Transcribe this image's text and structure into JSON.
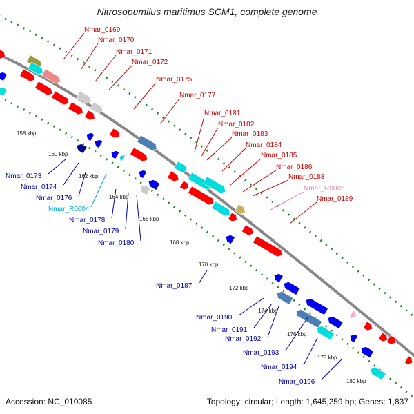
{
  "title": "Nitrosopumilus maritimus SCM1, complete genome",
  "footer": {
    "accession": "Accession: NC_010085",
    "summary": "Topology: circular; Length: 1,645,259 bp; Genes: 1,837"
  },
  "colors": {
    "forward_label": "#cc0000",
    "reverse_label": "#0000aa",
    "rna_label": "#00aacc",
    "pseudo_label": "#ee88bb",
    "backbone": "#888888",
    "guide_dots": "#228822",
    "gene_red": "#ff0000",
    "gene_blue": "#0000ee",
    "gene_cyan": "#00dddd",
    "gene_steel": "#4a7fb5",
    "gene_grey": "#cccccc",
    "gene_olive": "#9a9a3a",
    "gene_pink": "#ee8888",
    "gene_khaki": "#c8b060",
    "gene_lightpink": "#ffaacc",
    "gene_navy": "#000088"
  },
  "ticks": [
    "158 kbp",
    "160 kbp",
    "162 kbp",
    "164 kbp",
    "166 kbp",
    "168 kbp",
    "170 kbp",
    "172 kbp",
    "174 kbp",
    "176 kbp",
    "178 kbp",
    "180 kbp"
  ],
  "forward_labels": [
    "Nmar_0169",
    "Nmar_0170",
    "Nmar_0171",
    "Nmar_0172",
    "Nmar_0175",
    "Nmar_0177",
    "Nmar_0181",
    "Nmar_0182",
    "Nmar_0183",
    "Nmar_0184",
    "Nmar_0185",
    "Nmar_0186",
    "Nmar_0188",
    "Nmar_R0005",
    "Nmar_0189"
  ],
  "reverse_labels": [
    "Nmar_0173",
    "Nmar_0174",
    "Nmar_0176",
    "Nmar_R0004",
    "Nmar_0178",
    "Nmar_0179",
    "Nmar_0180",
    "Nmar_0187",
    "Nmar_0190",
    "Nmar_0191",
    "Nmar_0192",
    "Nmar_0193",
    "Nmar_0194",
    "Nmar_0196"
  ]
}
